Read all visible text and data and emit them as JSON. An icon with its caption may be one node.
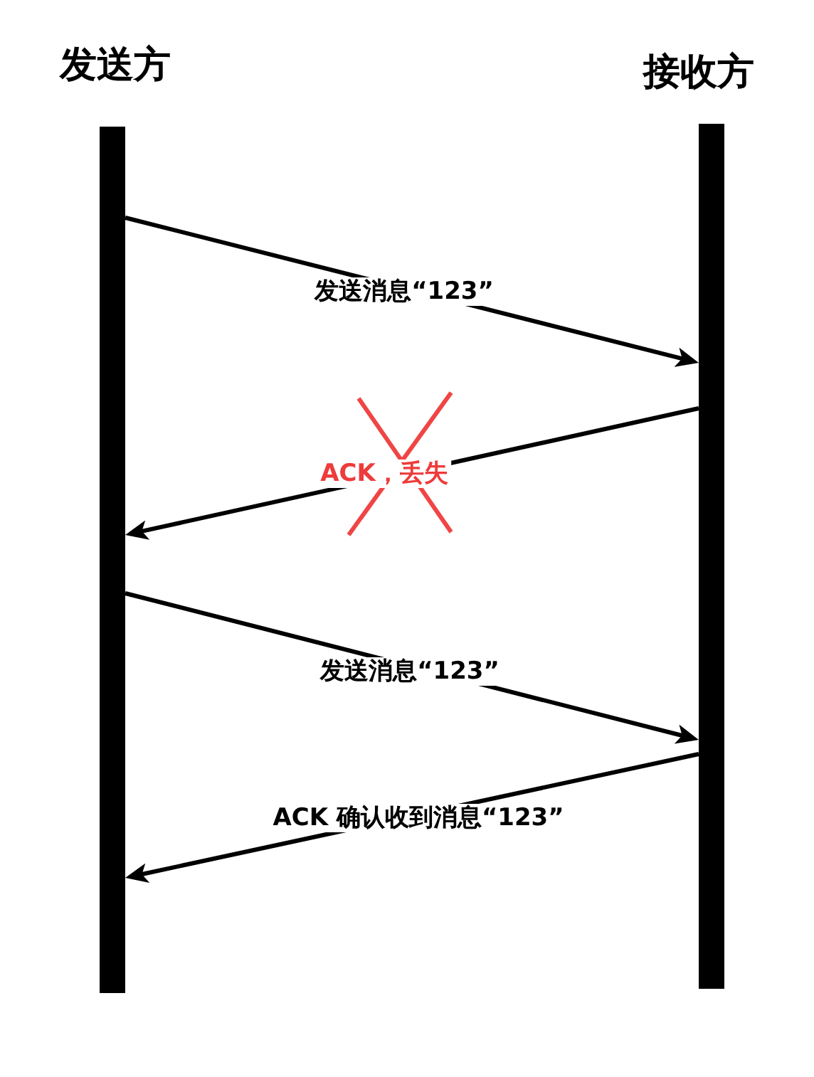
{
  "diagram": {
    "nodes": [
      {
        "text": [
          "发送方"
        ]
      },
      {
        "text": [
          "接收方"
        ]
      }
    ],
    "edges": [
      {
        "from": 0,
        "to": 1,
        "arrow": "to",
        "label": "发送消息“123”"
      },
      {
        "from": 1,
        "to": 0,
        "arrow": "to",
        "label": "ACK，丢失"
      },
      {
        "from": 0,
        "to": 1,
        "arrow": "to",
        "label": "发送消息“123”"
      },
      {
        "from": 1,
        "to": 0,
        "arrow": "to",
        "label": "ACK 确认收到消息“123”"
      }
    ]
  }
}
